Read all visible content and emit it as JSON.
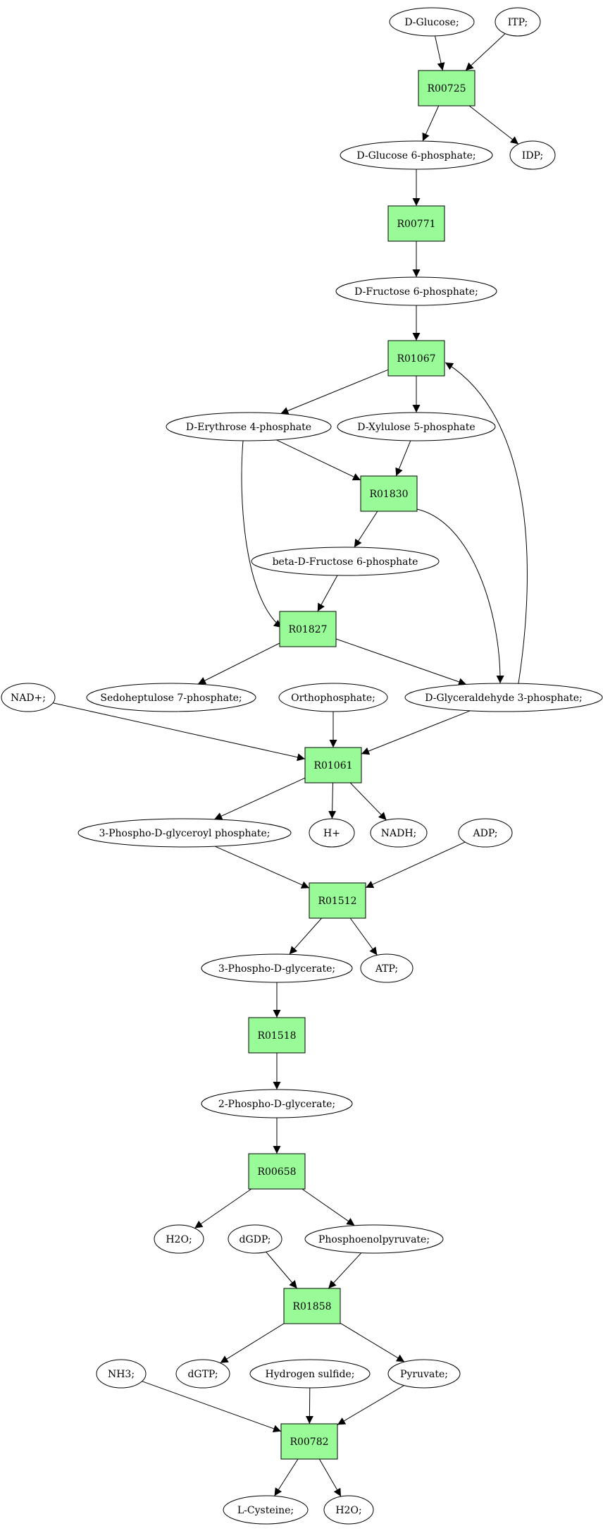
{
  "colors": {
    "start": "#00ee00",
    "target": "#ffff00",
    "compound": "#ffffff",
    "reaction": "#98fb98"
  },
  "nodes": [
    {
      "id": "glc",
      "label": "D-Glucose;",
      "kind": "compound",
      "role": "start"
    },
    {
      "id": "itp",
      "label": "ITP;",
      "kind": "compound"
    },
    {
      "id": "r00725",
      "label": "R00725",
      "kind": "reaction"
    },
    {
      "id": "g6p",
      "label": "D-Glucose 6-phosphate;",
      "kind": "compound"
    },
    {
      "id": "idp",
      "label": "IDP;",
      "kind": "compound"
    },
    {
      "id": "r00771",
      "label": "R00771",
      "kind": "reaction"
    },
    {
      "id": "f6p",
      "label": "D-Fructose 6-phosphate;",
      "kind": "compound"
    },
    {
      "id": "r01067",
      "label": "R01067",
      "kind": "reaction"
    },
    {
      "id": "e4p",
      "label": "D-Erythrose 4-phosphate",
      "kind": "compound"
    },
    {
      "id": "x5p",
      "label": "D-Xylulose 5-phosphate",
      "kind": "compound"
    },
    {
      "id": "r01830",
      "label": "R01830",
      "kind": "reaction"
    },
    {
      "id": "bf6p",
      "label": "beta-D-Fructose 6-phosphate",
      "kind": "compound"
    },
    {
      "id": "r01827",
      "label": "R01827",
      "kind": "reaction"
    },
    {
      "id": "nad",
      "label": "NAD+;",
      "kind": "compound"
    },
    {
      "id": "s7p",
      "label": "Sedoheptulose 7-phosphate;",
      "kind": "compound"
    },
    {
      "id": "pi",
      "label": "Orthophosphate;",
      "kind": "compound"
    },
    {
      "id": "ga3p",
      "label": "D-Glyceraldehyde 3-phosphate;",
      "kind": "compound"
    },
    {
      "id": "r01061",
      "label": "R01061",
      "kind": "reaction"
    },
    {
      "id": "bpg",
      "label": "3-Phospho-D-glyceroyl phosphate;",
      "kind": "compound"
    },
    {
      "id": "hplus",
      "label": "H+",
      "kind": "compound"
    },
    {
      "id": "nadh",
      "label": "NADH;",
      "kind": "compound"
    },
    {
      "id": "adp",
      "label": "ADP;",
      "kind": "compound"
    },
    {
      "id": "r01512",
      "label": "R01512",
      "kind": "reaction"
    },
    {
      "id": "pg3",
      "label": "3-Phospho-D-glycerate;",
      "kind": "compound"
    },
    {
      "id": "atp",
      "label": "ATP;",
      "kind": "compound"
    },
    {
      "id": "r01518",
      "label": "R01518",
      "kind": "reaction"
    },
    {
      "id": "pg2",
      "label": "2-Phospho-D-glycerate;",
      "kind": "compound"
    },
    {
      "id": "r00658",
      "label": "R00658",
      "kind": "reaction"
    },
    {
      "id": "h2o_a",
      "label": "H2O;",
      "kind": "compound"
    },
    {
      "id": "dgdp",
      "label": "dGDP;",
      "kind": "compound"
    },
    {
      "id": "pep",
      "label": "Phosphoenolpyruvate;",
      "kind": "compound"
    },
    {
      "id": "r01858",
      "label": "R01858",
      "kind": "reaction"
    },
    {
      "id": "nh3",
      "label": "NH3;",
      "kind": "compound"
    },
    {
      "id": "dgtp",
      "label": "dGTP;",
      "kind": "compound"
    },
    {
      "id": "h2s",
      "label": "Hydrogen sulfide;",
      "kind": "compound"
    },
    {
      "id": "pyr",
      "label": "Pyruvate;",
      "kind": "compound"
    },
    {
      "id": "r00782",
      "label": "R00782",
      "kind": "reaction"
    },
    {
      "id": "cys",
      "label": "L-Cysteine;",
      "kind": "compound",
      "role": "target"
    },
    {
      "id": "h2o_b",
      "label": "H2O;",
      "kind": "compound"
    }
  ],
  "edges": [
    {
      "from": "glc",
      "to": "r00725"
    },
    {
      "from": "itp",
      "to": "r00725"
    },
    {
      "from": "r00725",
      "to": "g6p"
    },
    {
      "from": "r00725",
      "to": "idp"
    },
    {
      "from": "g6p",
      "to": "r00771"
    },
    {
      "from": "r00771",
      "to": "f6p"
    },
    {
      "from": "f6p",
      "to": "r01067"
    },
    {
      "from": "r01067",
      "to": "e4p"
    },
    {
      "from": "r01067",
      "to": "x5p"
    },
    {
      "from": "ga3p",
      "to": "r01067"
    },
    {
      "from": "e4p",
      "to": "r01830"
    },
    {
      "from": "x5p",
      "to": "r01830"
    },
    {
      "from": "r01830",
      "to": "bf6p"
    },
    {
      "from": "r01830",
      "to": "ga3p"
    },
    {
      "from": "e4p",
      "to": "r01827"
    },
    {
      "from": "bf6p",
      "to": "r01827"
    },
    {
      "from": "r01827",
      "to": "s7p"
    },
    {
      "from": "r01827",
      "to": "ga3p"
    },
    {
      "from": "nad",
      "to": "r01061"
    },
    {
      "from": "pi",
      "to": "r01061"
    },
    {
      "from": "ga3p",
      "to": "r01061"
    },
    {
      "from": "r01061",
      "to": "bpg"
    },
    {
      "from": "r01061",
      "to": "hplus"
    },
    {
      "from": "r01061",
      "to": "nadh"
    },
    {
      "from": "bpg",
      "to": "r01512"
    },
    {
      "from": "adp",
      "to": "r01512"
    },
    {
      "from": "r01512",
      "to": "pg3"
    },
    {
      "from": "r01512",
      "to": "atp"
    },
    {
      "from": "pg3",
      "to": "r01518"
    },
    {
      "from": "r01518",
      "to": "pg2"
    },
    {
      "from": "pg2",
      "to": "r00658"
    },
    {
      "from": "r00658",
      "to": "h2o_a"
    },
    {
      "from": "r00658",
      "to": "pep"
    },
    {
      "from": "dgdp",
      "to": "r01858"
    },
    {
      "from": "pep",
      "to": "r01858"
    },
    {
      "from": "r01858",
      "to": "dgtp"
    },
    {
      "from": "r01858",
      "to": "pyr"
    },
    {
      "from": "nh3",
      "to": "r00782"
    },
    {
      "from": "h2s",
      "to": "r00782"
    },
    {
      "from": "pyr",
      "to": "r00782"
    },
    {
      "from": "r00782",
      "to": "cys"
    },
    {
      "from": "r00782",
      "to": "h2o_b"
    }
  ]
}
